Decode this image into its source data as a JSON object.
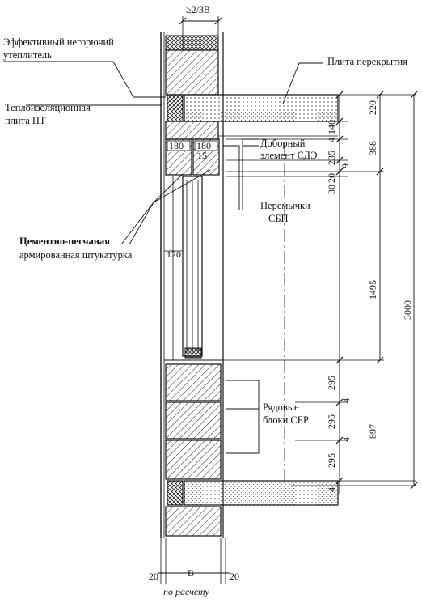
{
  "labels": {
    "insulation_effective_1": "Эффективный негорючий",
    "insulation_effective_2": "утеплитель",
    "thermal_plate_1": "Теплоизоляционная",
    "thermal_plate_2": "плита ПТ",
    "floor_slab": "Плита перекрытия",
    "extra_element_1": "Доборный",
    "extra_element_2": "элемент СДЭ",
    "lintels_1": "Перемычки",
    "lintels_2": "СБП",
    "plaster_1": "Цементно-песчаная",
    "plaster_2": "армированная штукатурка",
    "blocks_1": "Рядовые",
    "blocks_2": "блоки СБР",
    "by_calc": "по расчету"
  },
  "dims": {
    "top_width": "≥2/3В",
    "lintel_left": "180",
    "lintel_right": "180",
    "lintel_overlap": "15",
    "d220": "220",
    "d140": "140",
    "d4a": "4",
    "d388": "388",
    "d235": "235",
    "d9": "9",
    "d20": "20",
    "d30": "30",
    "d1495": "1495",
    "d3000": "3000",
    "d120": "120",
    "d295a": "295",
    "d4b": "4",
    "d295b": "295",
    "d897": "897",
    "d4c": "4",
    "d295c": "295",
    "d4d": "4",
    "bottom_left": "20",
    "bottom_b": "В",
    "bottom_right": "20"
  }
}
